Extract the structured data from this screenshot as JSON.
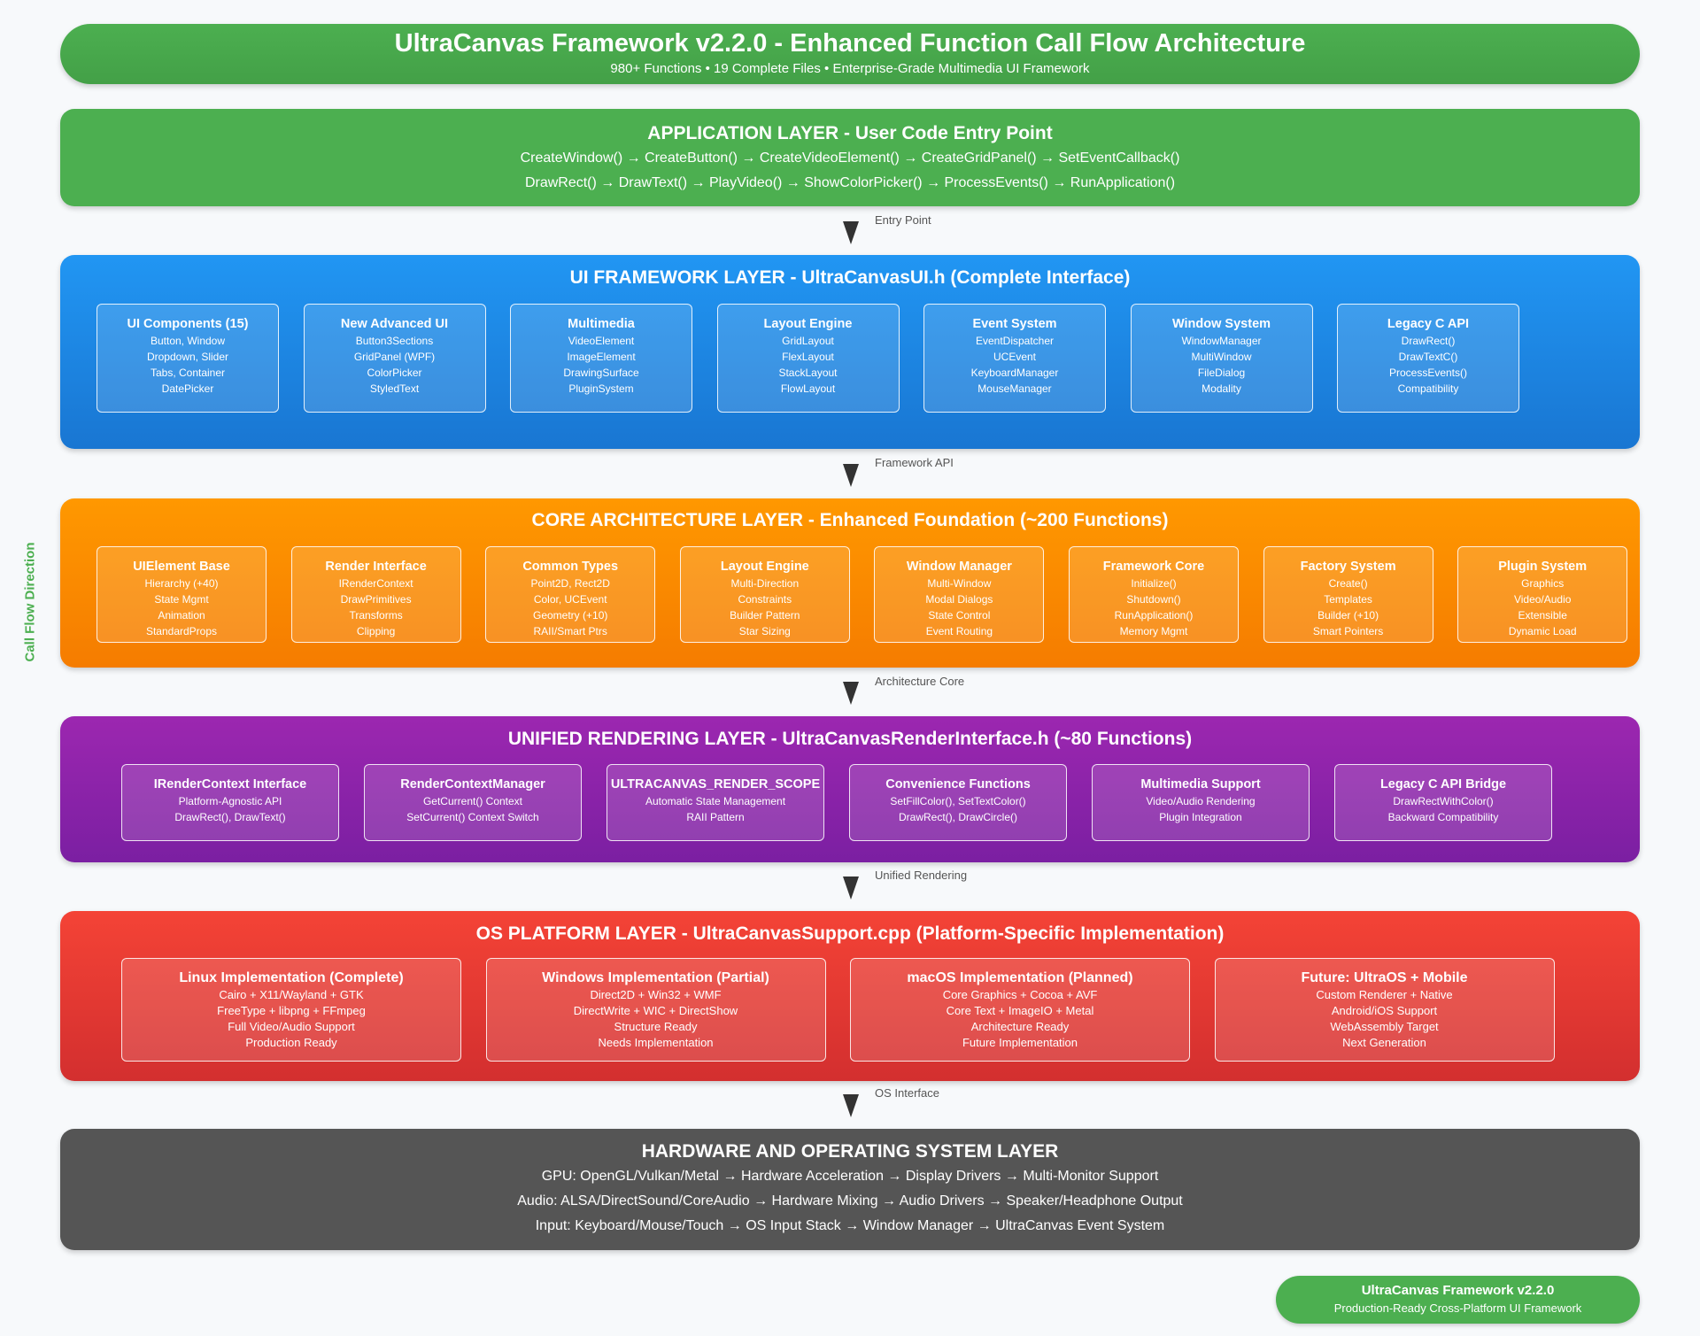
{
  "header": {
    "title": "UltraCanvas Framework v2.2.0 - Enhanced Function Call Flow Architecture",
    "subtitle": "980+ Functions • 19 Complete Files • Enterprise-Grade Multimedia UI Framework"
  },
  "side_label": "Call Flow Direction",
  "app_layer": {
    "title": "APPLICATION LAYER - User Code Entry Point",
    "lines": [
      "CreateWindow() → CreateButton() → CreateVideoElement() → CreateGridPanel() → SetEventCallback()",
      "DrawRect() → DrawText() → PlayVideo() → ShowColorPicker() → ProcessEvents() → RunApplication()"
    ]
  },
  "arrows": [
    "Entry Point",
    "Framework API",
    "Architecture Core",
    "Unified Rendering",
    "OS Interface"
  ],
  "ui_layer": {
    "title": "UI FRAMEWORK LAYER - UltraCanvasUI.h (Complete Interface)",
    "boxes": [
      {
        "title": "UI Components (15)",
        "lines": [
          "Button, Window",
          "Dropdown, Slider",
          "Tabs, Container",
          "DatePicker"
        ]
      },
      {
        "title": "New Advanced UI",
        "lines": [
          "Button3Sections",
          "GridPanel (WPF)",
          "ColorPicker",
          "StyledText"
        ]
      },
      {
        "title": "Multimedia",
        "lines": [
          "VideoElement",
          "ImageElement",
          "DrawingSurface",
          "PluginSystem"
        ]
      },
      {
        "title": "Layout Engine",
        "lines": [
          "GridLayout",
          "FlexLayout",
          "StackLayout",
          "FlowLayout"
        ]
      },
      {
        "title": "Event System",
        "lines": [
          "EventDispatcher",
          "UCEvent",
          "KeyboardManager",
          "MouseManager"
        ]
      },
      {
        "title": "Window System",
        "lines": [
          "WindowManager",
          "MultiWindow",
          "FileDialog",
          "Modality"
        ]
      },
      {
        "title": "Legacy C API",
        "lines": [
          "DrawRect()",
          "DrawTextC()",
          "ProcessEvents()",
          "Compatibility"
        ]
      }
    ]
  },
  "core_layer": {
    "title": "CORE ARCHITECTURE LAYER - Enhanced Foundation (~200 Functions)",
    "boxes": [
      {
        "title": "UIElement Base",
        "lines": [
          "Hierarchy (+40)",
          "State Mgmt",
          "Animation",
          "StandardProps"
        ]
      },
      {
        "title": "Render Interface",
        "lines": [
          "IRenderContext",
          "DrawPrimitives",
          "Transforms",
          "Clipping"
        ]
      },
      {
        "title": "Common Types",
        "lines": [
          "Point2D, Rect2D",
          "Color, UCEvent",
          "Geometry (+10)",
          "RAII/Smart Ptrs"
        ]
      },
      {
        "title": "Layout Engine",
        "lines": [
          "Multi-Direction",
          "Constraints",
          "Builder Pattern",
          "Star Sizing"
        ]
      },
      {
        "title": "Window Manager",
        "lines": [
          "Multi-Window",
          "Modal Dialogs",
          "State Control",
          "Event Routing"
        ]
      },
      {
        "title": "Framework Core",
        "lines": [
          "Initialize()",
          "Shutdown()",
          "RunApplication()",
          "Memory Mgmt"
        ]
      },
      {
        "title": "Factory System",
        "lines": [
          "Create()",
          "Templates",
          "Builder (+10)",
          "Smart Pointers"
        ]
      },
      {
        "title": "Plugin System",
        "lines": [
          "Graphics",
          "Video/Audio",
          "Extensible",
          "Dynamic Load"
        ]
      }
    ]
  },
  "render_layer": {
    "title": "UNIFIED RENDERING LAYER - UltraCanvasRenderInterface.h (~80 Functions)",
    "boxes": [
      {
        "title": "IRenderContext Interface",
        "lines": [
          "Platform-Agnostic API",
          "DrawRect(), DrawText()"
        ]
      },
      {
        "title": "RenderContextManager",
        "lines": [
          "GetCurrent() Context",
          "SetCurrent() Context Switch"
        ]
      },
      {
        "title": "ULTRACANVAS_RENDER_SCOPE",
        "lines": [
          "Automatic State Management",
          "RAII Pattern"
        ]
      },
      {
        "title": "Convenience Functions",
        "lines": [
          "SetFillColor(), SetTextColor()",
          "DrawRect(), DrawCircle()"
        ]
      },
      {
        "title": "Multimedia Support",
        "lines": [
          "Video/Audio Rendering",
          "Plugin Integration"
        ]
      },
      {
        "title": "Legacy C API Bridge",
        "lines": [
          "DrawRectWithColor()",
          "Backward Compatibility"
        ]
      }
    ]
  },
  "os_layer": {
    "title": "OS PLATFORM LAYER - UltraCanvasSupport.cpp (Platform-Specific Implementation)",
    "boxes": [
      {
        "title": "Linux Implementation (Complete)",
        "lines": [
          "Cairo + X11/Wayland + GTK",
          "FreeType + libpng + FFmpeg",
          "Full Video/Audio Support",
          "Production Ready"
        ]
      },
      {
        "title": "Windows Implementation (Partial)",
        "lines": [
          "Direct2D + Win32 + WMF",
          "DirectWrite + WIC + DirectShow",
          "Structure Ready",
          "Needs Implementation"
        ]
      },
      {
        "title": "macOS Implementation (Planned)",
        "lines": [
          "Core Graphics + Cocoa + AVF",
          "Core Text + ImageIO + Metal",
          "Architecture Ready",
          "Future Implementation"
        ]
      },
      {
        "title": "Future: UltraOS + Mobile",
        "lines": [
          "Custom Renderer + Native",
          "Android/iOS Support",
          "WebAssembly Target",
          "Next Generation"
        ]
      }
    ]
  },
  "hw_layer": {
    "title": "HARDWARE AND OPERATING SYSTEM LAYER",
    "lines": [
      "GPU: OpenGL/Vulkan/Metal → Hardware Acceleration → Display Drivers → Multi-Monitor Support",
      "Audio: ALSA/DirectSound/CoreAudio → Hardware Mixing → Audio Drivers → Speaker/Headphone Output",
      "Input: Keyboard/Mouse/Touch → OS Input Stack → Window Manager → UltraCanvas Event System"
    ]
  },
  "footer": {
    "title": "UltraCanvas Framework v2.2.0",
    "subtitle": "Production-Ready Cross-Platform UI Framework"
  }
}
